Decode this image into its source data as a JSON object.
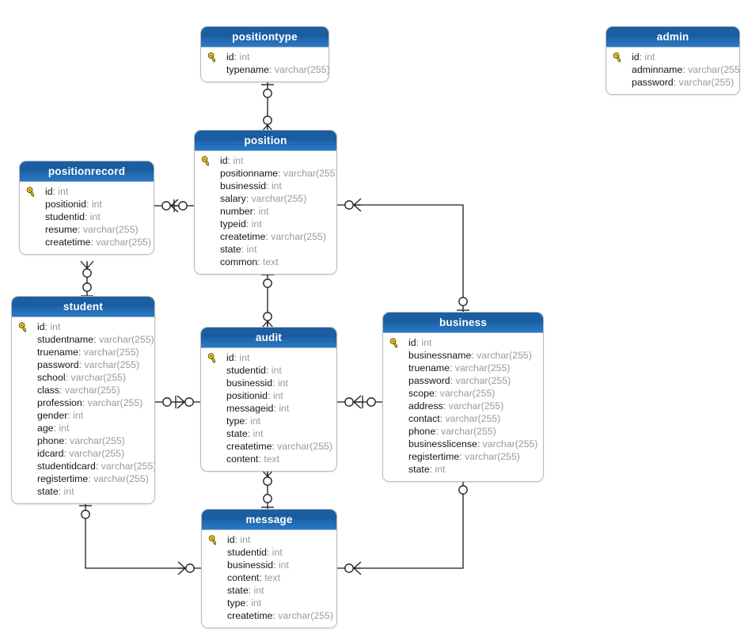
{
  "diagram": {
    "kind": "entity-relationship-diagram",
    "notation": "crows-foot",
    "colors": {
      "header_top": "#1c5fa4",
      "header_bottom": "#2a79c4",
      "header_text": "#ffffff",
      "body_bg": "#ffffff",
      "border": "#b9b9b9",
      "attr_name": "#151515",
      "attr_type": "#9a9a9a",
      "key_icon": "#f2c230",
      "edge": "#1a1a1a",
      "canvas_bg": "#ffffff"
    },
    "icons": {
      "primary_key": "key-icon"
    }
  },
  "entities": [
    {
      "id": "positiontype",
      "name": "positiontype",
      "attributes": [
        {
          "name": "id",
          "type": "int",
          "pk": true
        },
        {
          "name": "typename",
          "type": "varchar(255)",
          "pk": false
        }
      ]
    },
    {
      "id": "admin",
      "name": "admin",
      "attributes": [
        {
          "name": "id",
          "type": "int",
          "pk": true
        },
        {
          "name": "adminname",
          "type": "varchar(255)",
          "pk": false
        },
        {
          "name": "password",
          "type": "varchar(255)",
          "pk": false
        }
      ]
    },
    {
      "id": "position",
      "name": "position",
      "attributes": [
        {
          "name": "id",
          "type": "int",
          "pk": true
        },
        {
          "name": "positionname",
          "type": "varchar(255)",
          "pk": false
        },
        {
          "name": "businessid",
          "type": "int",
          "pk": false
        },
        {
          "name": "salary",
          "type": "varchar(255)",
          "pk": false
        },
        {
          "name": "number",
          "type": "int",
          "pk": false
        },
        {
          "name": "typeid",
          "type": "int",
          "pk": false
        },
        {
          "name": "createtime",
          "type": "varchar(255)",
          "pk": false
        },
        {
          "name": "state",
          "type": "int",
          "pk": false
        },
        {
          "name": "common",
          "type": "text",
          "pk": false
        }
      ]
    },
    {
      "id": "positionrecord",
      "name": "positionrecord",
      "attributes": [
        {
          "name": "id",
          "type": "int",
          "pk": true
        },
        {
          "name": "positionid",
          "type": "int",
          "pk": false
        },
        {
          "name": "studentid",
          "type": "int",
          "pk": false
        },
        {
          "name": "resume",
          "type": "varchar(255)",
          "pk": false
        },
        {
          "name": "createtime",
          "type": "varchar(255)",
          "pk": false
        }
      ]
    },
    {
      "id": "student",
      "name": "student",
      "attributes": [
        {
          "name": "id",
          "type": "int",
          "pk": true
        },
        {
          "name": "studentname",
          "type": "varchar(255)",
          "pk": false
        },
        {
          "name": "truename",
          "type": "varchar(255)",
          "pk": false
        },
        {
          "name": "password",
          "type": "varchar(255)",
          "pk": false
        },
        {
          "name": "school",
          "type": "varchar(255)",
          "pk": false
        },
        {
          "name": "class",
          "type": "varchar(255)",
          "pk": false
        },
        {
          "name": "profession",
          "type": "varchar(255)",
          "pk": false
        },
        {
          "name": "gender",
          "type": "int",
          "pk": false
        },
        {
          "name": "age",
          "type": "int",
          "pk": false
        },
        {
          "name": "phone",
          "type": "varchar(255)",
          "pk": false
        },
        {
          "name": "idcard",
          "type": "varchar(255)",
          "pk": false
        },
        {
          "name": "studentidcard",
          "type": "varchar(255)",
          "pk": false
        },
        {
          "name": "registertime",
          "type": "varchar(255)",
          "pk": false
        },
        {
          "name": "state",
          "type": "int",
          "pk": false
        }
      ]
    },
    {
      "id": "audit",
      "name": "audit",
      "attributes": [
        {
          "name": "id",
          "type": "int",
          "pk": true
        },
        {
          "name": "studentid",
          "type": "int",
          "pk": false
        },
        {
          "name": "businessid",
          "type": "int",
          "pk": false
        },
        {
          "name": "positionid",
          "type": "int",
          "pk": false
        },
        {
          "name": "messageid",
          "type": "int",
          "pk": false
        },
        {
          "name": "type",
          "type": "int",
          "pk": false
        },
        {
          "name": "state",
          "type": "int",
          "pk": false
        },
        {
          "name": "createtime",
          "type": "varchar(255)",
          "pk": false
        },
        {
          "name": "content",
          "type": "text",
          "pk": false
        }
      ]
    },
    {
      "id": "business",
      "name": "business",
      "attributes": [
        {
          "name": "id",
          "type": "int",
          "pk": true
        },
        {
          "name": "businessname",
          "type": "varchar(255)",
          "pk": false
        },
        {
          "name": "truename",
          "type": "varchar(255)",
          "pk": false
        },
        {
          "name": "password",
          "type": "varchar(255)",
          "pk": false
        },
        {
          "name": "scope",
          "type": "varchar(255)",
          "pk": false
        },
        {
          "name": "address",
          "type": "varchar(255)",
          "pk": false
        },
        {
          "name": "contact",
          "type": "varchar(255)",
          "pk": false
        },
        {
          "name": "phone",
          "type": "varchar(255)",
          "pk": false
        },
        {
          "name": "businesslicense",
          "type": "varchar(255)",
          "pk": false
        },
        {
          "name": "registertime",
          "type": "varchar(255)",
          "pk": false
        },
        {
          "name": "state",
          "type": "int",
          "pk": false
        }
      ]
    },
    {
      "id": "message",
      "name": "message",
      "attributes": [
        {
          "name": "id",
          "type": "int",
          "pk": true
        },
        {
          "name": "studentid",
          "type": "int",
          "pk": false
        },
        {
          "name": "businessid",
          "type": "int",
          "pk": false
        },
        {
          "name": "content",
          "type": "text",
          "pk": false
        },
        {
          "name": "state",
          "type": "int",
          "pk": false
        },
        {
          "name": "type",
          "type": "int",
          "pk": false
        },
        {
          "name": "createtime",
          "type": "varchar(255)",
          "pk": false
        }
      ]
    }
  ],
  "relationships": [
    {
      "id": "positiontype-position",
      "from": "position",
      "to": "positiontype",
      "from_cardinality": "zero-or-many",
      "to_cardinality": "zero-or-one"
    },
    {
      "id": "positionrecord-position",
      "from": "positionrecord",
      "to": "position",
      "from_cardinality": "zero-or-many",
      "to_cardinality": "zero-or-one"
    },
    {
      "id": "positionrecord-student",
      "from": "positionrecord",
      "to": "student",
      "from_cardinality": "zero-or-many",
      "to_cardinality": "zero-or-one"
    },
    {
      "id": "position-business",
      "from": "position",
      "to": "business",
      "from_cardinality": "zero-or-many",
      "to_cardinality": "zero-or-one"
    },
    {
      "id": "student-audit",
      "from": "audit",
      "to": "student",
      "from_cardinality": "zero-or-many",
      "to_cardinality": "zero-or-one"
    },
    {
      "id": "audit-business",
      "from": "audit",
      "to": "business",
      "from_cardinality": "zero-or-many",
      "to_cardinality": "zero-or-one"
    },
    {
      "id": "position-audit",
      "from": "audit",
      "to": "position",
      "from_cardinality": "zero-or-many",
      "to_cardinality": "zero-or-one"
    },
    {
      "id": "audit-message",
      "from": "audit",
      "to": "message",
      "from_cardinality": "zero-or-many",
      "to_cardinality": "zero-or-one"
    },
    {
      "id": "student-message",
      "from": "message",
      "to": "student",
      "from_cardinality": "zero-or-many",
      "to_cardinality": "zero-or-one"
    },
    {
      "id": "business-message",
      "from": "message",
      "to": "business",
      "from_cardinality": "zero-or-many",
      "to_cardinality": "zero-or-one"
    }
  ]
}
